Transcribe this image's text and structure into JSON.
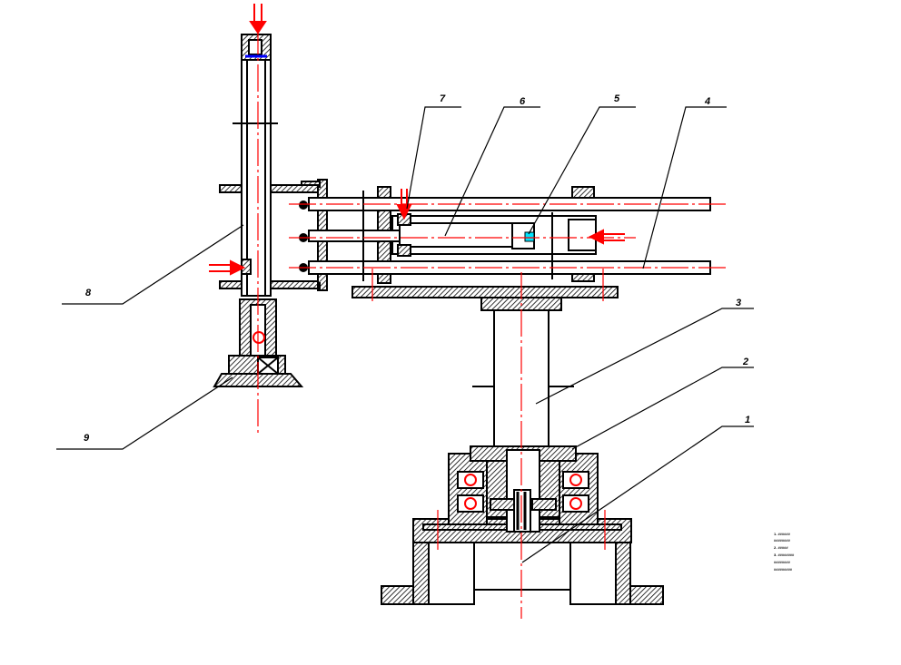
{
  "diagram": {
    "part_labels": [
      "1",
      "2",
      "3",
      "4",
      "5",
      "6",
      "7",
      "8",
      "9"
    ],
    "notes": [
      "1. ######",
      "########",
      "2. #####",
      "3. ########",
      "########",
      "#########"
    ]
  },
  "colors": {
    "line": "#000000",
    "centerline": "#ff0000",
    "hatch": "#000000",
    "accent_blue": "#0000ff",
    "accent_cyan": "#00e5ff"
  }
}
